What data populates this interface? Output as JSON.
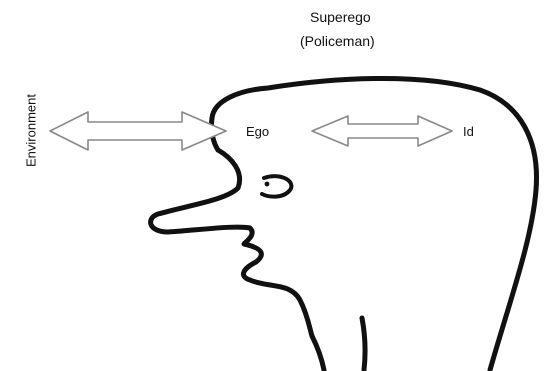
{
  "labels": {
    "superego_line1": "Superego",
    "superego_line2": "(Policeman)",
    "ego": "Ego",
    "id": "Id",
    "environment": "Environment"
  },
  "colors": {
    "line": "#111111",
    "arrow_stroke": "#888888",
    "arrow_fill": "#ffffff"
  }
}
